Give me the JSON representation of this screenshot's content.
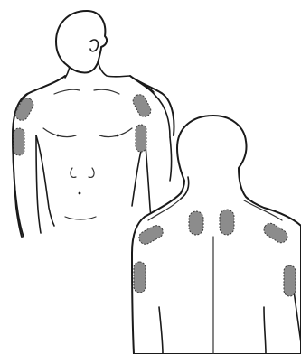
{
  "figures": [
    {
      "id": "front",
      "view": "front",
      "patch_sites": [
        "upper-arm-left",
        "upper-arm-right",
        "shoulder-left",
        "shoulder-right"
      ]
    },
    {
      "id": "back",
      "view": "back",
      "patch_sites": [
        "shoulder-blade-left",
        "shoulder-blade-right",
        "shoulder-left",
        "shoulder-right",
        "upper-arm-left",
        "upper-arm-right"
      ]
    }
  ],
  "colors": {
    "outline": "#1a1a1a",
    "patch_fill": "#8c8c8c",
    "background": "#ffffff"
  }
}
